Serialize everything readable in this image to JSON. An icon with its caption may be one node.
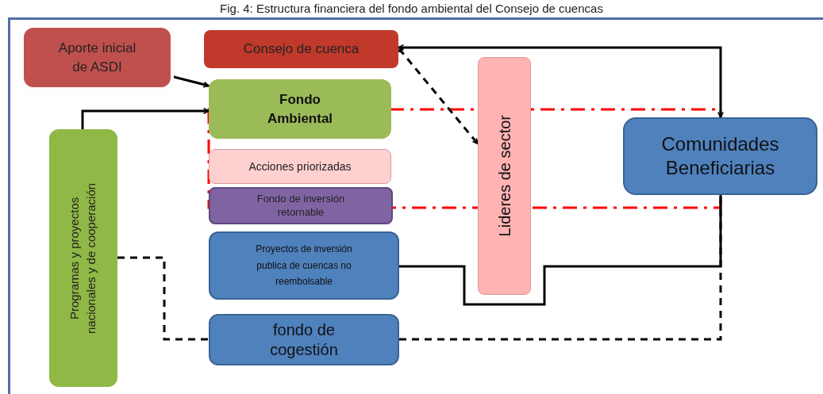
{
  "diagram": {
    "title": "Fig. 4: Estructura financiera del fondo ambiental del Consejo de cuencas",
    "nodes": [
      {
        "text": [
          "Aporte inicial de ASDI"
        ]
      },
      {
        "text": [
          "Consejo de cuenca"
        ]
      },
      {
        "text": [
          "Fondo Ambiental"
        ]
      },
      {
        "text": [
          "Acciones priorizadas"
        ]
      },
      {
        "text": [
          "Fondo de inversión retornable"
        ]
      },
      {
        "text": [
          "Proyectos de inversión publica de cuencas no reembolsable"
        ]
      },
      {
        "text": [
          "fondo de cogestión"
        ]
      },
      {
        "text": [
          "Programas y proyectos nacionales y de cooperación"
        ]
      },
      {
        "text": [
          "Lideres de sector"
        ]
      },
      {
        "text": [
          "Comunidades Beneficiarias"
        ]
      }
    ],
    "edges": [
      {
        "from": 0,
        "to": 2,
        "arrow": "to"
      },
      {
        "from": 7,
        "to": 2,
        "arrow": "to"
      },
      {
        "from": 9,
        "to": 1,
        "arrow": "both"
      },
      {
        "from": 1,
        "to": 8,
        "arrow": "both",
        "style": "dashed"
      },
      {
        "from": 5,
        "to": 9,
        "arrow": "none"
      },
      {
        "from": 7,
        "to": 6,
        "arrow": "none",
        "style": "dashed"
      },
      {
        "from": 6,
        "to": 9,
        "arrow": "none",
        "style": "dashed"
      }
    ]
  }
}
